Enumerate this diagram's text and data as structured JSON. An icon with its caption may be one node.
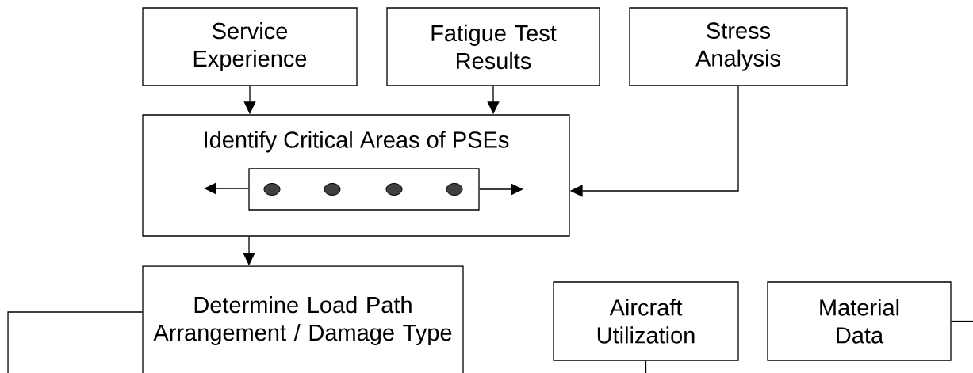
{
  "diagram": {
    "nodes": [
      {
        "text": [
          "Service Experience"
        ]
      },
      {
        "text": [
          "Fatigue Test Results"
        ]
      },
      {
        "text": [
          "Stress Analysis"
        ]
      },
      {
        "text": [
          "Identify Critical Areas of PSEs"
        ]
      },
      {
        "text": [],
        "shape": "box",
        "in": 3
      },
      {
        "text": [
          "Determine Load Path Arrangement / Damage Type"
        ]
      },
      {
        "text": [
          "Aircraft Utilization"
        ]
      },
      {
        "text": [
          "Material Data"
        ]
      }
    ],
    "edges": [
      {
        "from": 0,
        "to": 3,
        "arrow": "to"
      },
      {
        "from": 1,
        "to": 3,
        "arrow": "to"
      },
      {
        "from": 2,
        "to": 3,
        "arrow": "to"
      },
      {
        "from": 4,
        "to": null,
        "arrow": "to"
      },
      {
        "from": 4,
        "to": null,
        "arrow": "to"
      },
      {
        "from": 3,
        "to": 5,
        "arrow": "to"
      },
      {
        "from": 5,
        "to": null,
        "arrow": "none"
      },
      {
        "from": 6,
        "to": null,
        "arrow": "none"
      },
      {
        "from": 7,
        "to": null,
        "arrow": "none"
      }
    ]
  }
}
